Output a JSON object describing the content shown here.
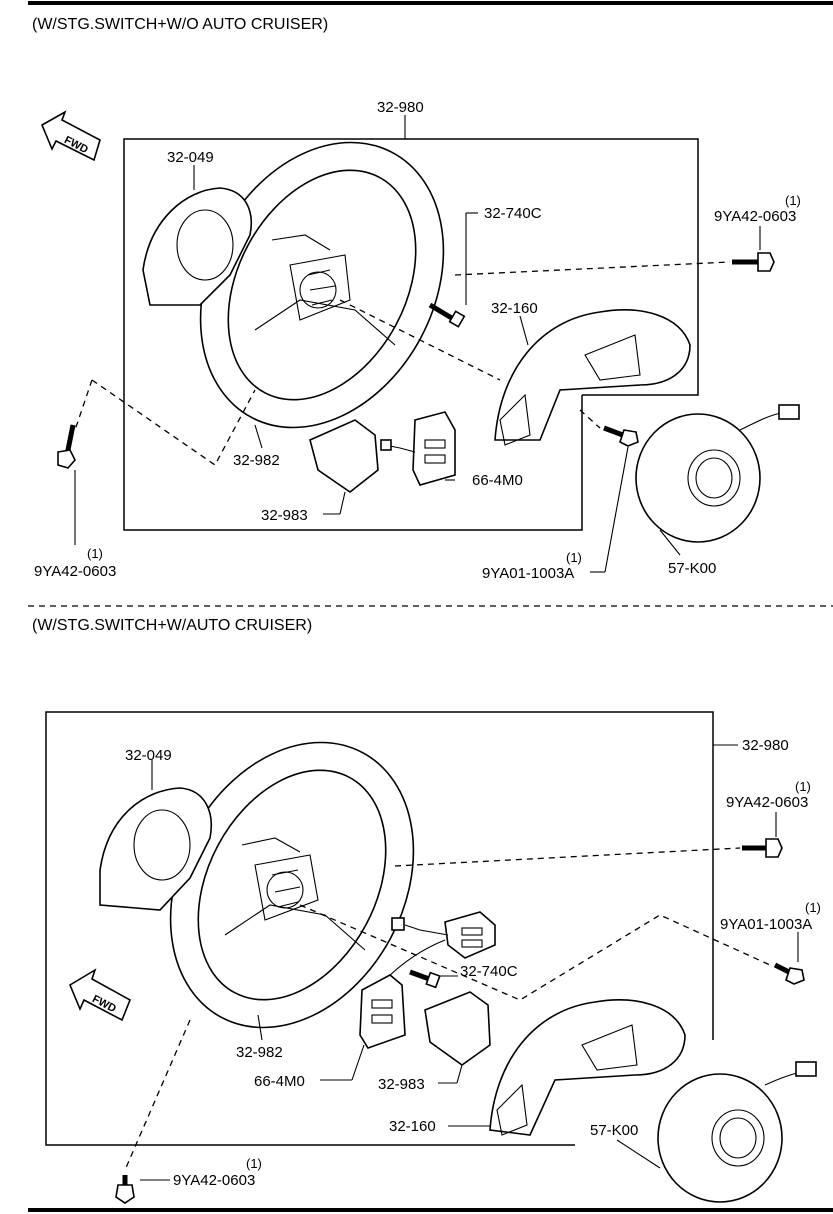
{
  "sections": [
    {
      "header": "(W/STG.SWITCH+W/O AUTO CRUISER)",
      "fwd": "FWD",
      "labels": {
        "wheel_assy": "32-980",
        "cover": "32-049",
        "bolt_740c": "32-740C",
        "bolt_right": "9YA42-0603",
        "bolt_right_qty": "(1)",
        "cover_160": "32-160",
        "bolt_left": "9YA42-0603",
        "bolt_left_qty": "(1)",
        "wheel": "32-982",
        "trim": "32-983",
        "switch": "66-4M0",
        "bolt_1003a": "9YA01-1003A",
        "bolt_1003a_qty": "(1)",
        "airbag": "57-K00"
      }
    },
    {
      "header": "(W/STG.SWITCH+W/AUTO CRUISER)",
      "fwd": "FWD",
      "labels": {
        "wheel_assy": "32-980",
        "cover": "32-049",
        "bolt_right": "9YA42-0603",
        "bolt_right_qty": "(1)",
        "bolt_1003a": "9YA01-1003A",
        "bolt_1003a_qty": "(1)",
        "bolt_740c": "32-740C",
        "wheel": "32-982",
        "switch": "66-4M0",
        "trim": "32-983",
        "cover_160": "32-160",
        "airbag": "57-K00",
        "bolt_bottom": "9YA42-0603",
        "bolt_bottom_qty": "(1)"
      }
    }
  ]
}
